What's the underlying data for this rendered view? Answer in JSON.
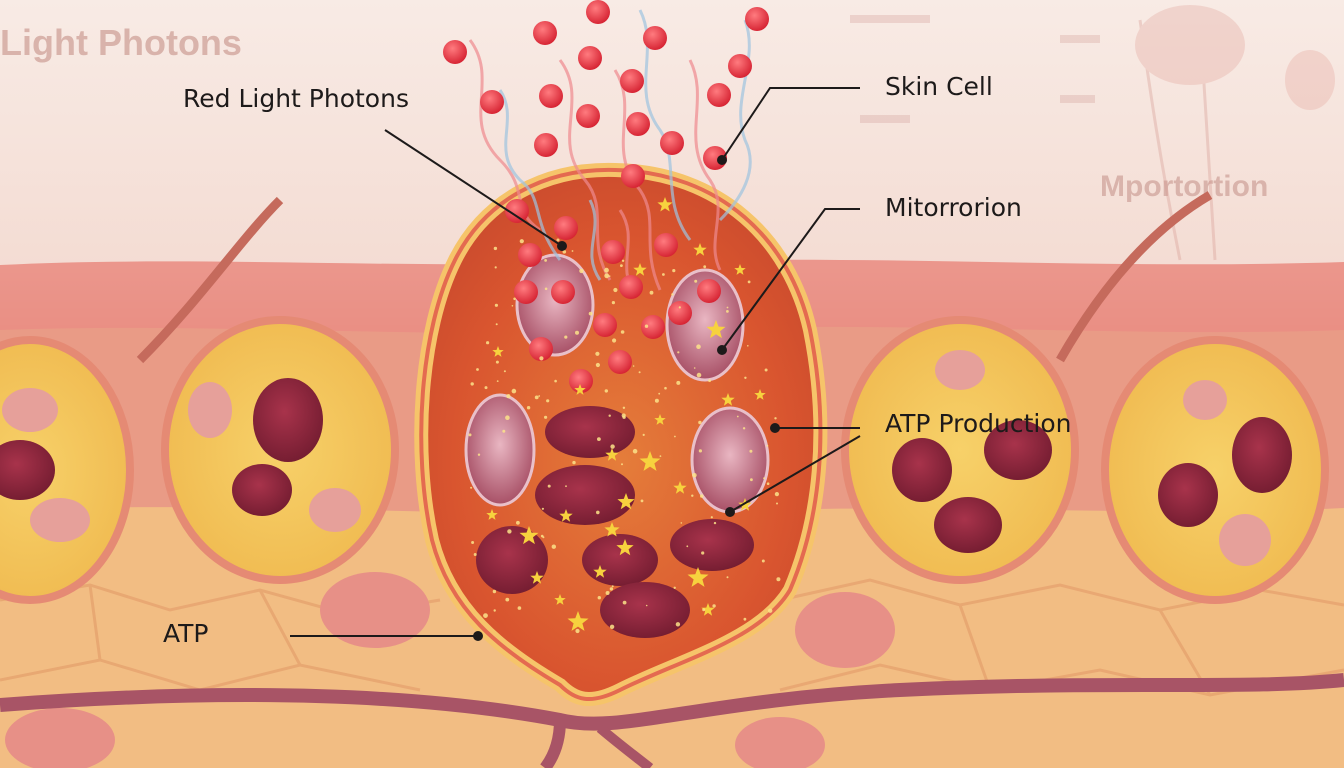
{
  "labels": {
    "red_light_photons": "Red Light Photons",
    "skin_cell": "Skin Cell",
    "mitorrorion": "Mitorrorion",
    "atp_production": "ATP Production",
    "atp": "ATP"
  },
  "background_text": {
    "top_left": "Light Photons",
    "right": "Mportortion"
  },
  "colors": {
    "photon": "#e0313b",
    "mitochondrion": "#8a2237",
    "cell_interior": "#e8773d",
    "membrane": "#f6c46a",
    "atp_spark": "#f7d23e",
    "background": "#f6e3dc"
  }
}
